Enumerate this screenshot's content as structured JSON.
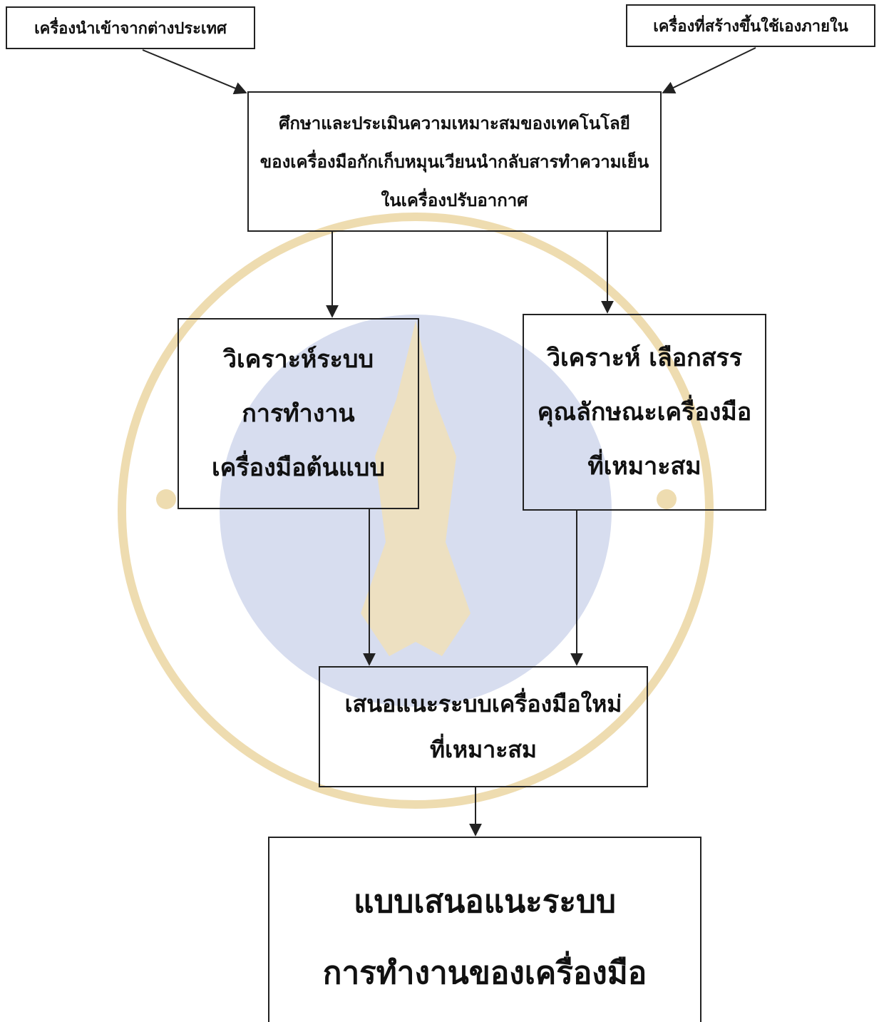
{
  "diagram": {
    "inputs": {
      "imported": "เครื่องนำเข้าจากต่างประเทศ",
      "local": "เครื่องที่สร้างขึ้นใช้เองภายใน"
    },
    "study": {
      "lines": [
        "ศึกษาและประเมินความเหมาะสมของเทคโนโลยี",
        "ของเครื่องมือกักเก็บหมุนเวียนนำกลับสารทำความเย็น",
        "ในเครื่องปรับอากาศ"
      ]
    },
    "analyze_system": {
      "lines": [
        "วิเคราะห์ระบบ",
        "การทำงาน",
        "เครื่องมือต้นแบบ"
      ]
    },
    "analyze_select": {
      "lines": [
        "วิเคราะห์ เลือกสรร",
        "คุณลักษณะเครื่องมือ",
        "ที่เหมาะสม"
      ]
    },
    "propose": {
      "lines": [
        "เสนอแนะระบบเครื่องมือใหม่",
        "ที่เหมาะสม"
      ]
    },
    "result": {
      "lines": [
        "แบบเสนอแนะระบบ",
        "การทำงานของเครื่องมือ"
      ]
    }
  },
  "colors": {
    "watermark_fill": "#c9d2ea",
    "watermark_gold": "#e8cf9a",
    "line": "#222222"
  }
}
